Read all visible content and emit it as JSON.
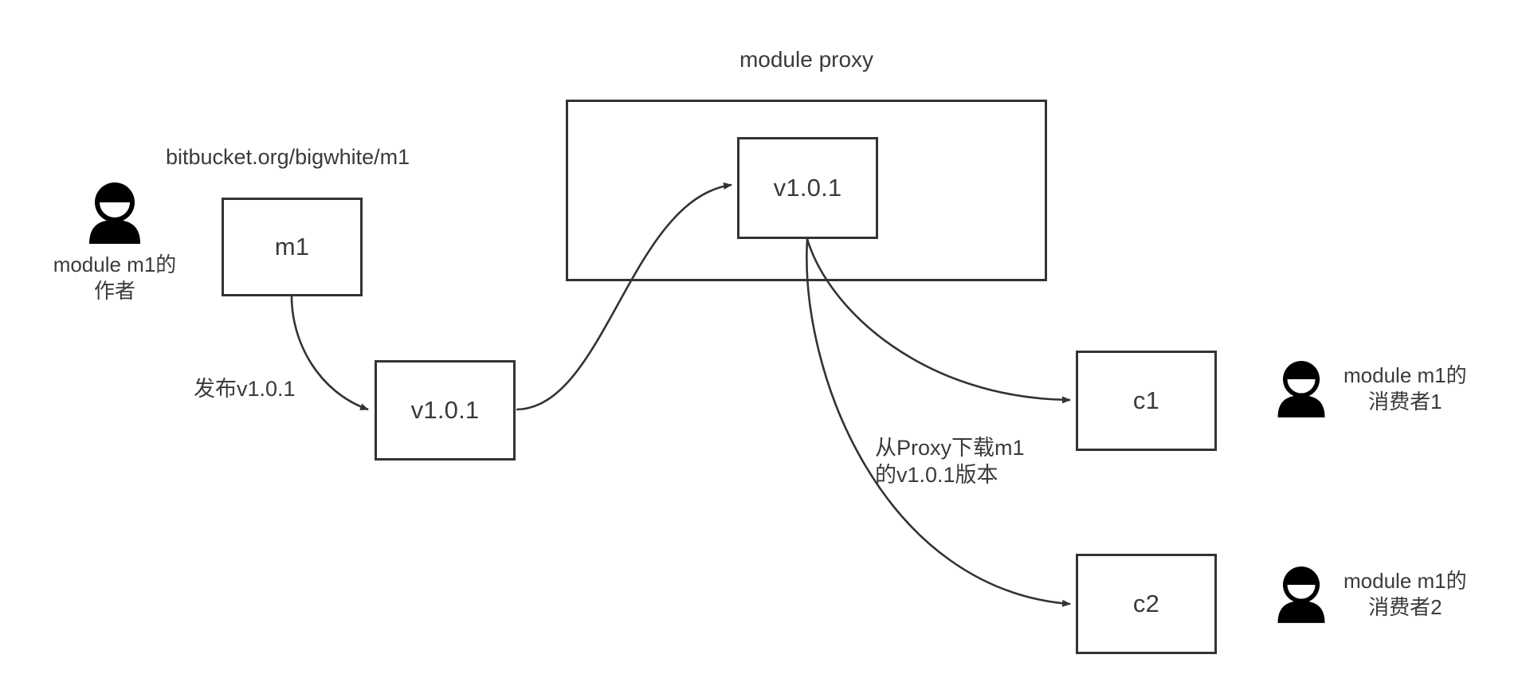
{
  "diagram": {
    "title_module_proxy": "module proxy",
    "repo_url": "bitbucket.org/bigwhite/m1",
    "nodes": {
      "m1": "m1",
      "published_version": "v1.0.1",
      "proxy_version": "v1.0.1",
      "consumer1": "c1",
      "consumer2": "c2"
    },
    "edge_labels": {
      "publish": "发布v1.0.1",
      "download_line1": "从Proxy下载m1",
      "download_line2": "的v1.0.1版本"
    },
    "actors": {
      "author_line1": "module m1的",
      "author_line2": "作者",
      "consumer1_line1": "module m1的",
      "consumer1_line2": "消费者1",
      "consumer2_line1": "module m1的",
      "consumer2_line2": "消费者2"
    },
    "colors": {
      "stroke": "#333333",
      "text": "#3a3a3a",
      "background": "#ffffff",
      "person": "#000000"
    }
  }
}
